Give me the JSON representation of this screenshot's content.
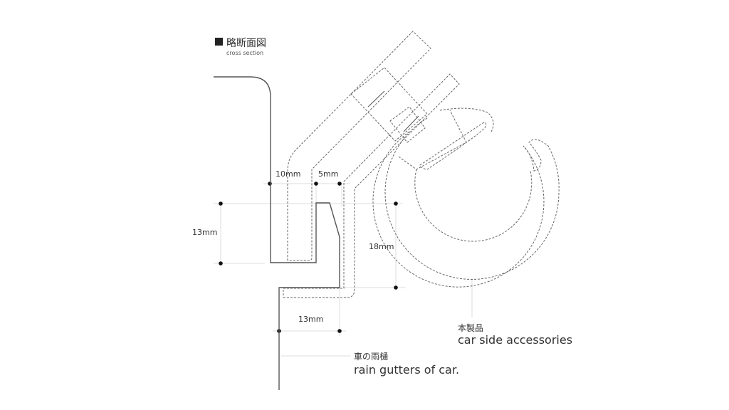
{
  "header": {
    "title_ja": "略断面図",
    "title_en": "cross section"
  },
  "dimensions": {
    "width_10": "10mm",
    "width_5": "5mm",
    "height_13": "13mm",
    "height_18": "18mm",
    "width_13": "13mm"
  },
  "labels": {
    "gutter_ja": "車の雨樋",
    "gutter_en": "rain gutters of car.",
    "product_ja": "本製品",
    "product_en": "car side accessories"
  }
}
